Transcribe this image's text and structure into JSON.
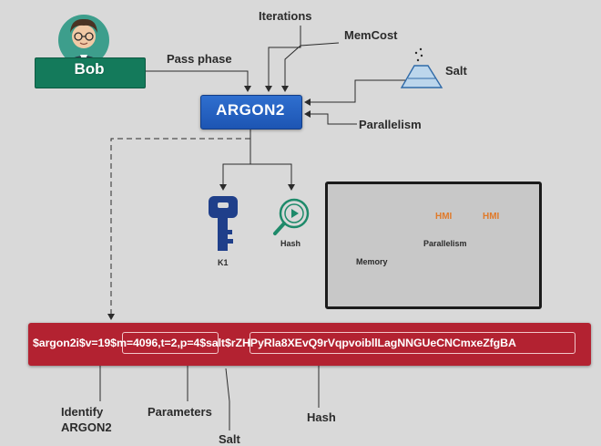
{
  "nodes": {
    "bob": "Bob",
    "argon2": "ARGON2"
  },
  "inputs": {
    "iterations": "Iterations",
    "memcost": "MemCost",
    "pass_phase": "Pass phase",
    "salt": "Salt",
    "parallelism": "Parallelism"
  },
  "outputs": {
    "k1": "K1",
    "hash": "Hash"
  },
  "resources": {
    "memory": "Memory",
    "parallelism": "Parallelism",
    "chip_label": "HMI"
  },
  "encoded": {
    "prefix": "$argon2i$v=19$",
    "params": "m=4096,t=2,p=4",
    "salt_sep": "$salt$",
    "hash": "rZHPyRla8XEvQ9rVqpvoibllLagNNGUeCNCmxeZfgBA"
  },
  "annotations": {
    "identify": "Identify",
    "identify_2": "ARGON2",
    "parameters": "Parameters",
    "salt": "Salt",
    "hash": "Hash"
  },
  "colors": {
    "background": "#d9d9d9",
    "bob_box": "#147a5b",
    "argon_box": "#1d55b3",
    "hash_bar": "#b32231",
    "chip_orange": "#e07a2a",
    "memory_blue": "#4a86d6",
    "key_navy": "#1f3f8a",
    "hash_icon_green": "#1e8a6a"
  },
  "icons": [
    "avatar-icon",
    "salt-shaker-icon",
    "key-icon",
    "hash-search-icon",
    "memory-chip-icon",
    "cpu-chip-icon"
  ]
}
